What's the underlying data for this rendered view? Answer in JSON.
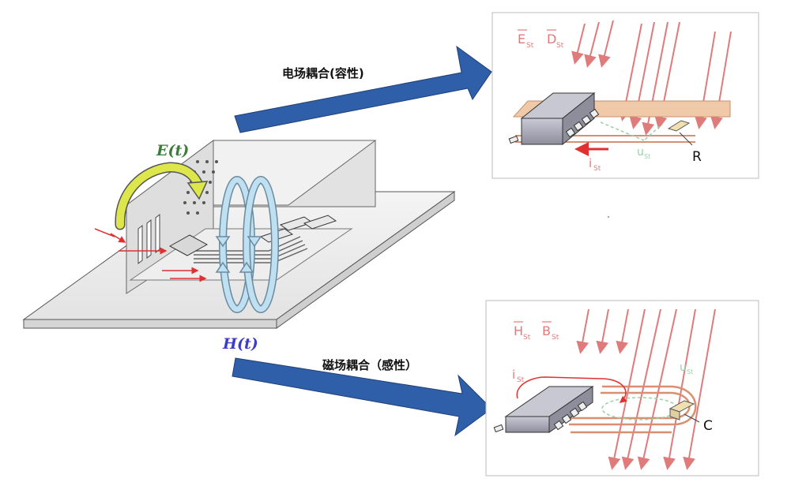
{
  "labels": {
    "electric_field": "E(t)",
    "magnetic_field": "H(t)",
    "capacitive_coupling": "电场耦合(容性)",
    "inductive_coupling": "磁场耦合（感性）"
  },
  "top_panel": {
    "field_e": "E",
    "field_d": "D",
    "sub": "St",
    "current_i": "i",
    "voltage_u": "u",
    "component": "R"
  },
  "bottom_panel": {
    "field_h": "H",
    "field_b": "B",
    "sub": "St",
    "current_i": "i",
    "voltage_u": "u",
    "component": "C"
  },
  "colors": {
    "arrow_blue": "#2f5fa8",
    "field_red": "#e07b7b",
    "e_green": "#3a7d3a",
    "h_blue": "#3c3cc8",
    "loop_blue": "#bfe0f0",
    "curve_yellow": "#dde64a"
  }
}
